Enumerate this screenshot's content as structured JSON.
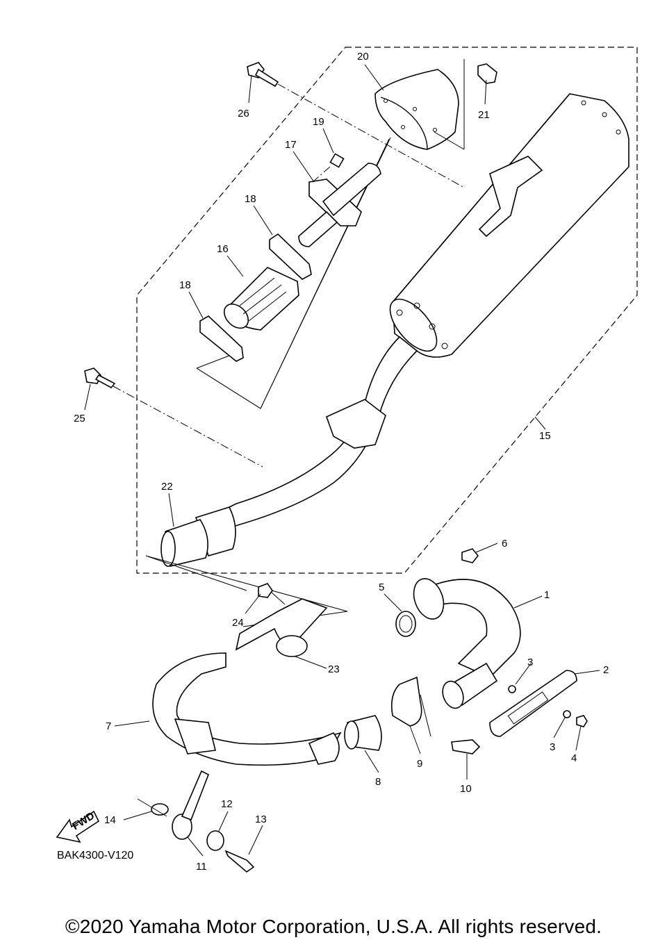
{
  "diagram": {
    "code": "BAK4300-V120",
    "fwd_label": "FWD",
    "copyright": "©2020 Yamaha Motor Corporation, U.S.A. All rights reserved.",
    "callouts": {
      "p1": "1",
      "p2": "2",
      "p3a": "3",
      "p3b": "3",
      "p4": "4",
      "p5": "5",
      "p6": "6",
      "p7": "7",
      "p8": "8",
      "p9": "9",
      "p10": "10",
      "p11": "11",
      "p12": "12",
      "p13": "13",
      "p14": "14",
      "p15": "15",
      "p16": "16",
      "p17": "17",
      "p18a": "18",
      "p18b": "18",
      "p19": "19",
      "p20": "20",
      "p21": "21",
      "p22": "22",
      "p23": "23",
      "p24": "24",
      "p25": "25",
      "p26": "26"
    }
  }
}
